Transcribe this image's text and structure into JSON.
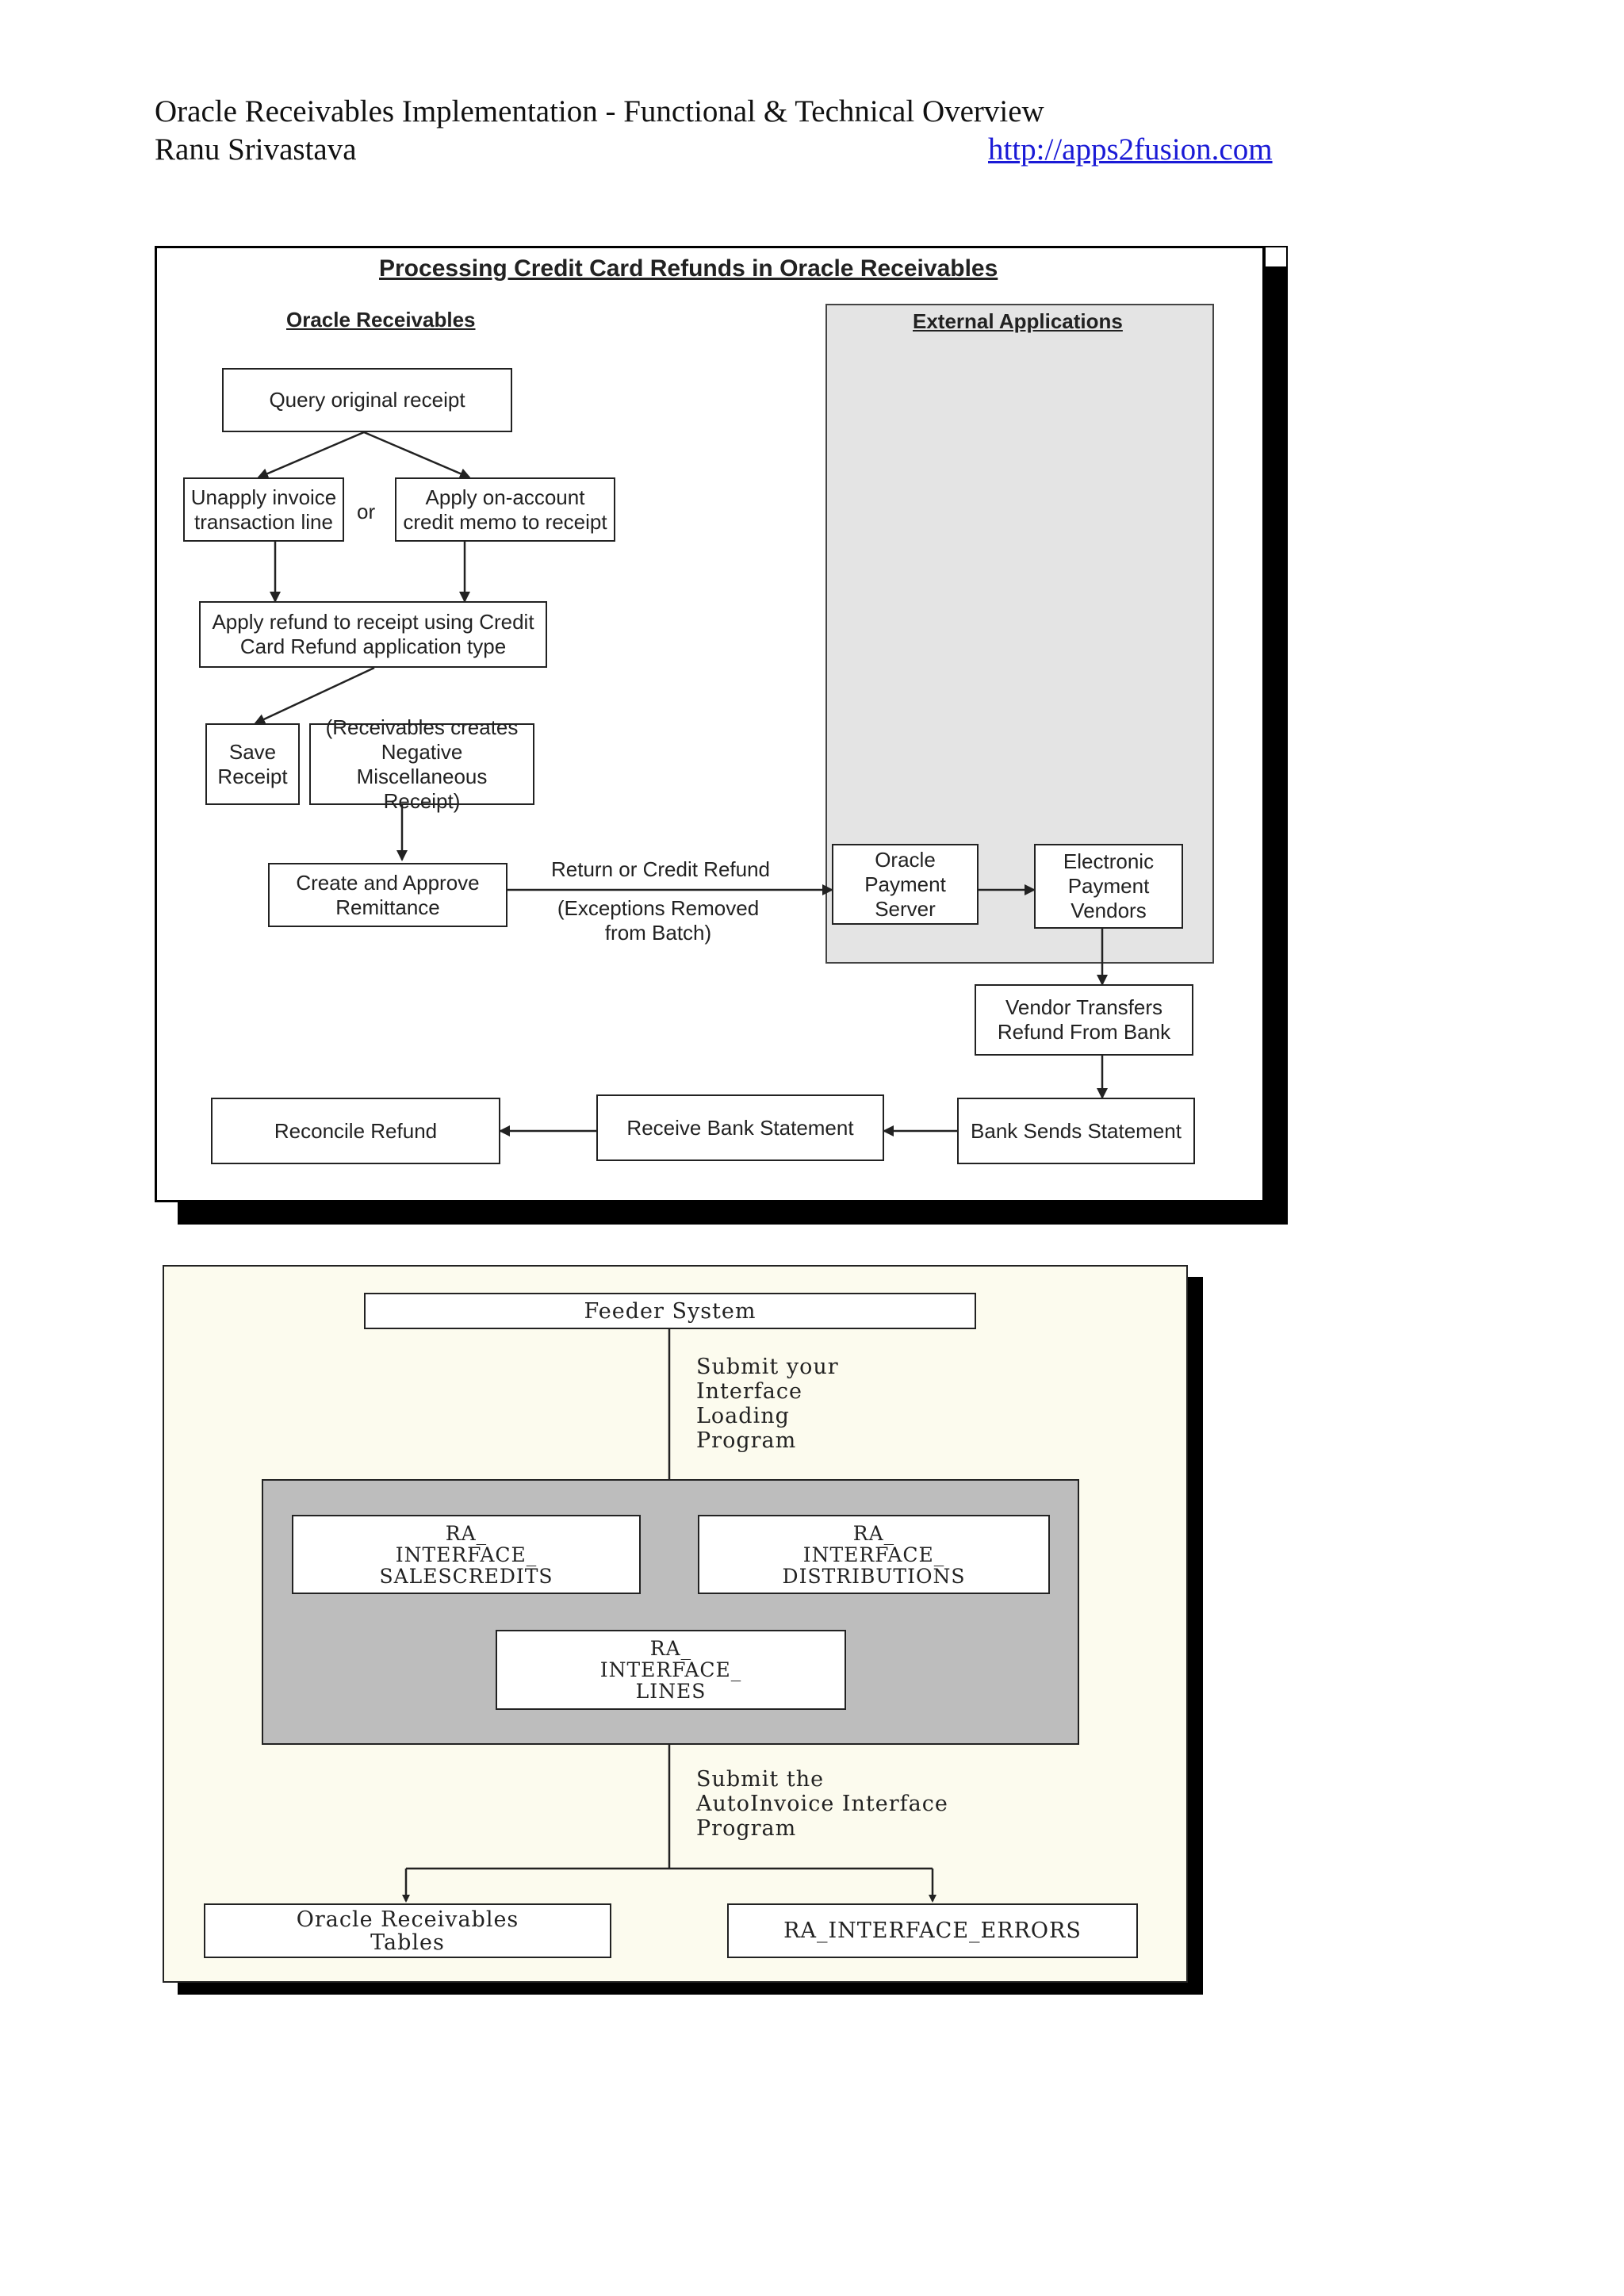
{
  "header": {
    "title": "Oracle Receivables Implementation - Functional & Technical Overview",
    "author": "Ranu Srivastava",
    "link": "http://apps2fusion.com"
  },
  "diagram1": {
    "title": "Processing Credit Card Refunds in Oracle Receivables",
    "left_heading": "Oracle Receivables",
    "right_heading": "External Applications",
    "nodes": {
      "query": "Query original receipt",
      "unapply": "Unapply invoice transaction line",
      "or": "or",
      "apply_onaccount": "Apply on-account credit memo to receipt",
      "apply_refund": "Apply refund to receipt using Credit Card Refund application type",
      "save_receipt": "Save Receipt",
      "negative_misc": "(Receivables creates Negative Miscellaneous Receipt)",
      "create_remit": "Create and Approve Remittance",
      "return_label": "Return or Credit Refund",
      "exceptions_label": "(Exceptions Removed from Batch)",
      "oracle_payment": "Oracle Payment Server",
      "epv": "Electronic Payment Vendors",
      "vendor_transfers": "Vendor Transfers Refund From Bank",
      "bank_sends": "Bank Sends Statement",
      "receive_bank": "Receive Bank Statement",
      "reconcile": "Reconcile Refund"
    }
  },
  "diagram2": {
    "feeder": "Feeder System",
    "submit1": [
      "Submit your",
      "Interface",
      "Loading",
      "Program"
    ],
    "t_sales": [
      "RA_",
      "INTERFACE_",
      "SALESCREDITS"
    ],
    "t_dist": [
      "RA_",
      "INTERFACE_",
      "DISTRIBUTIONS"
    ],
    "t_lines": [
      "RA_",
      "INTERFACE_",
      "LINES"
    ],
    "submit2": [
      "Submit the",
      "AutoInvoice Interface",
      "Program"
    ],
    "ar_tables": [
      "Oracle Receivables",
      "Tables"
    ],
    "errors": "RA_INTERFACE_ERRORS"
  }
}
